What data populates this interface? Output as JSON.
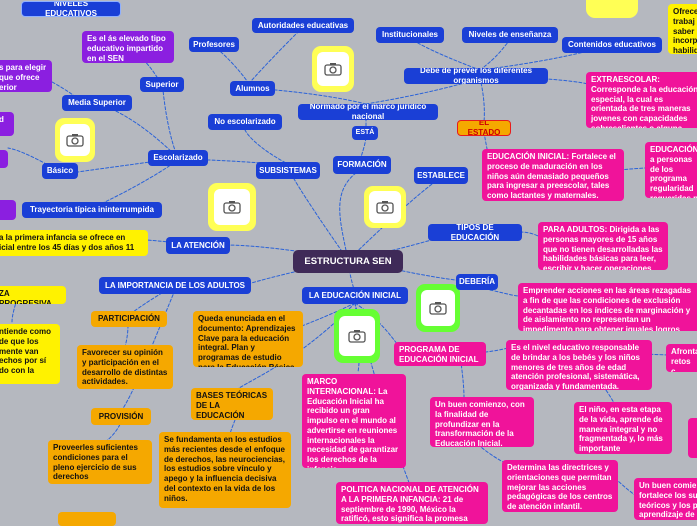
{
  "root": "ESTRUCTURA SEN",
  "blue_nodes": {
    "niveles": "NIVELES EDUCATIVOS",
    "autoridades": "Autoridades educativas",
    "profesores": "Profesores",
    "alumnos": "Alumnos",
    "institucionales": "Institucionales",
    "niveles_ensenanza": "Niveles de enseñanza",
    "contenidos": "Contenidos educativos",
    "debe_prever": "Debe de prever los diferentes organismos",
    "superior": "Superior",
    "media_superior": "Media Superior",
    "no_escolarizado": "No escolarizado",
    "normado": "Normado por el marco jurídico nacional",
    "esta": "ESTÁ",
    "formacion": "FORMACIÓN",
    "escolarizado": "Escolarizado",
    "basico": "Básico",
    "subsistemas": "SUBSISTEMAS",
    "establece": "ESTABLECE",
    "trayectoria": "Trayectoria típica ininterrumpida",
    "atencion": "LA ATENCIÓN",
    "tipos": "TIPOS DE EDUCACIÓN",
    "importancia": "LA IMPORTANCIA DE LOS ADULTOS",
    "educacion_inicial": "LA EDUCACIÓN INICIAL",
    "deberia": "DEBERÍA"
  },
  "purple_nodes": {
    "si_es": "Es el ás elevado tipo educativo impartido en el SEN",
    "left_top": "s para elegir que ofrece erior",
    "left_mid1": "d",
    "left_mid2": ""
  },
  "pink_nodes": {
    "extraescolar": "EXTRAESCOLAR: Corresponde a la educación especial, la cual es orientada de tres maneras jovenes con capacidades sobresalientes o alguna deficiencia física.",
    "inicial_def": "EDUCACIÓN INICIAL: Fortalece el proceso de maduración en los niños aún demasiado pequeños para ingresar a preescolar, tales como lactantes y maternales.",
    "educacion_right": "EDUCACIÓN a personas de los programa regularidad requeridas p estudio esco",
    "adultos": "PARA ADULTOS: Dirigida a las personas mayores de 15 años que no tienen desarrolladas las habilidades básicas para leer, escribir y hacer operaciones aritméticas.",
    "emprender": "Emprender acciones en las áreas rezagadas a fin de que las condiciones de exclusión decantadas en los índices de marginación y de aislamiento no representan un impedimento para obtener iguales logros educativos.",
    "programa": "PROGRAMA DE EDUCACIÓN INICIAL",
    "nivel_responsable": "Es el nivel educativo responsable de brindar a los bebés y los niños menores de tres años de edad atención profesional, sistemática, organizada y fundamentada.",
    "afronta": "Afronta retos c",
    "nino": "El niño, en esta etapa de la vida, aprende de manera integral y no fragmentada y, lo más importante",
    "buen_comienzo": "Un buen comienzo, con la finalidad de profundizar en la transformación de la Educación Inicial.",
    "determina": "Determina las directrices y orientaciones que permitan mejorar las acciones pedagógicas de los centros de atención infantil.",
    "buen_comienzo2": "Un buen comie fortalece los su teóricos y los p aprendizaje de",
    "marco": "MARCO INTERNACIONAL: La Educación Inicial ha recibido un gran impulso en el mundo al advertirse en reuniones internacionales la necesidad de garantizar los derechos de la infancia",
    "politica": "POLITICA NACIONAL DE ATENCIÓN A LA PRIMERA INFANCIA: 21 de septiembre de 1990, México la ratificó, esto significa la promesa"
  },
  "orange_nodes": {
    "queda": "Queda enunciada en el documento: Aprendizajes Clave para la educación integral. Plan y programas de estudio para la Educación Básica",
    "bases": "BASES TEÓRICAS DE LA EDUCACIÓN INICIAL",
    "fundamenta": "Se fundamenta en los estudios más recientes desde el enfoque de derechos, las neurociencias, los estudios sobre vínculo y apego y la influencia decisiva del contexto en la vida de los niños.",
    "participacion": "PARTICIPACIÓN",
    "favorecer": "Favorecer su opinión y participación en el desarrollo de distintas actividades.",
    "provision": "PROVISIÓN",
    "proveerles": "Proveerles suficientes condiciones para el pleno ejercicio de sus derechos"
  },
  "yellow_nodes": {
    "primera_infancia": "a la primera infancia se ofrece en icial entre los 45 días y dos años 11",
    "progresiva": "ZA PROGRESIVA",
    "entiende": "ntiende como de que los mente van echos por sí do con la",
    "top_right": "Ofrece trabaj saber incorp habilid"
  },
  "red_nodes": {
    "el_estado": "EL ESTADO"
  }
}
